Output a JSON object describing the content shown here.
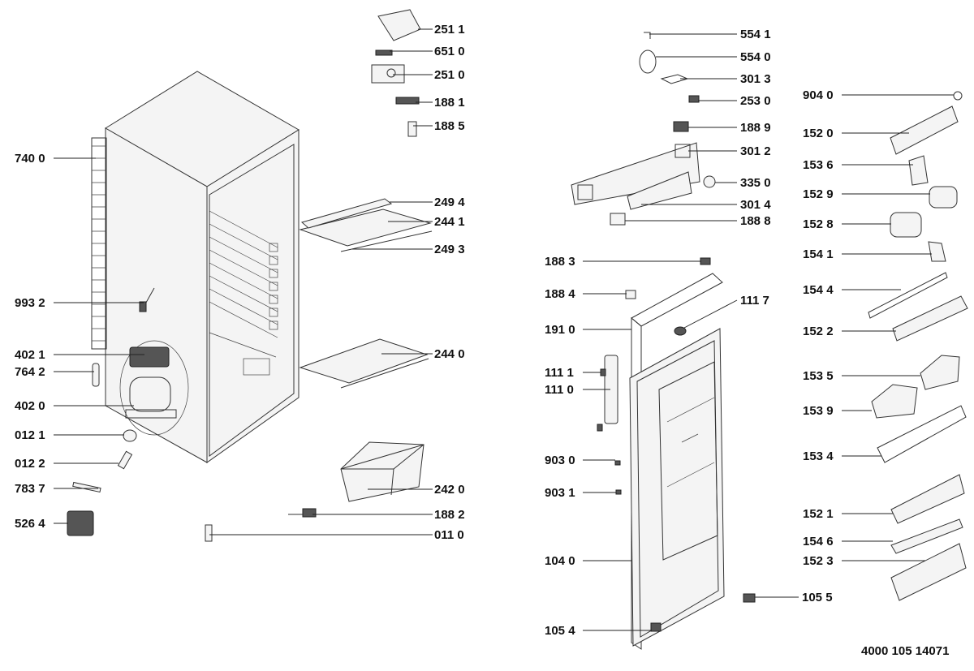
{
  "document_id": "4000 105 14071",
  "labels": {
    "p2511": "251 1",
    "p6510": "651 0",
    "p2510": "251 0",
    "p1881": "188 1",
    "p1885": "188 5",
    "p7400": "740 0",
    "p2494": "249 4",
    "p2441": "244 1",
    "p2493": "249 3",
    "p9932": "993 2",
    "p4021": "402 1",
    "p7642": "764 2",
    "p2440": "244 0",
    "p4020": "402 0",
    "p0121": "012 1",
    "p0122": "012 2",
    "p7837": "783 7",
    "p5264": "526 4",
    "p2420": "242 0",
    "p1882": "188 2",
    "p0110": "011 0",
    "p5541": "554 1",
    "p5540": "554 0",
    "p3013": "301 3",
    "p2530": "253 0",
    "p1889": "188 9",
    "p3012": "301 2",
    "p3350": "335 0",
    "p3014": "301 4",
    "p1888": "188 8",
    "p1883": "188 3",
    "p1884": "188 4",
    "p1117": "111 7",
    "p1910": "191 0",
    "p1111": "111 1",
    "p1110": "111 0",
    "p9030": "903 0",
    "p9031": "903 1",
    "p1040": "104 0",
    "p1055": "105 5",
    "p1054": "105 4",
    "p9040": "904 0",
    "p1520": "152 0",
    "p1536": "153 6",
    "p1529": "152 9",
    "p1528": "152 8",
    "p1541": "154 1",
    "p1544": "154 4",
    "p1522": "152 2",
    "p1535": "153 5",
    "p1539": "153 9",
    "p1534": "153 4",
    "p1521": "152 1",
    "p1546": "154 6",
    "p1523": "152 3"
  }
}
